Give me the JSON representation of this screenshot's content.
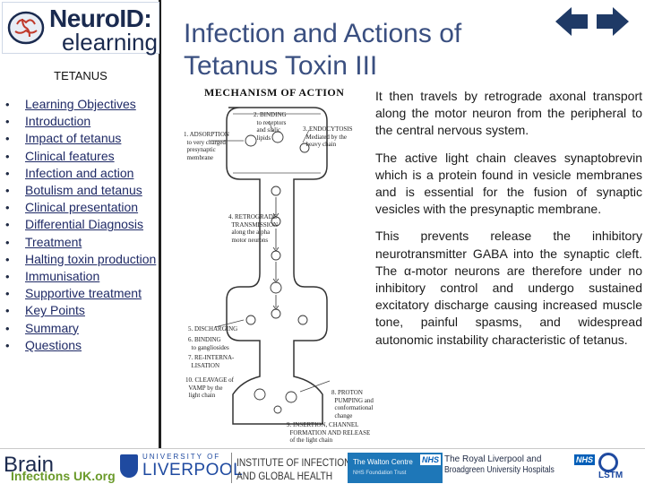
{
  "brand": {
    "line1": "NeuroID:",
    "line2": "elearning"
  },
  "sidebar": {
    "title": "TETANUS",
    "items": [
      {
        "label": "Learning Objectives"
      },
      {
        "label": "Introduction"
      },
      {
        "label": "Impact of tetanus"
      },
      {
        "label": "Clinical features"
      },
      {
        "label": "Infection and action"
      },
      {
        "label": "Botulism and tetanus"
      },
      {
        "label": "Clinical presentation"
      },
      {
        "label": "Differential Diagnosis"
      },
      {
        "label": "Treatment"
      },
      {
        "label": "Halting toxin production"
      },
      {
        "label": "Immunisation"
      },
      {
        "label": "Supportive treatment"
      },
      {
        "label": "Key Points"
      },
      {
        "label": "Summary"
      },
      {
        "label": "Questions"
      }
    ]
  },
  "header": {
    "title": "Infection and Actions of Tetanus Toxin III"
  },
  "nav": {
    "back_icon": "arrow-left-icon",
    "forward_icon": "arrow-right-icon",
    "color": "#1f3a66"
  },
  "diagram": {
    "title": "MECHANISM OF ACTION",
    "labels": {
      "l1": "1. ADSORPTION\n  to very charged\n  presynaptic\n  membrane",
      "l2": "2. BINDING\n  to receptors\n  and sialic\n  lipids",
      "l3": "3. ENDOCYTOSIS\n  Mediated by the\n  heavy chain",
      "l4": "4. RETROGRADE\n  TRANSMISSION\n  along the alpha\n  motor neurons",
      "l5": "5. DISCHARGING",
      "l6": "6. BINDING\n  to gangliosides",
      "l7": "7. RE-INTERNA-\n  LISATION",
      "l8": "8. PROTON\n  PUMPING and\n  conformational\n  change",
      "l9": "9. INSERTION, CHANNEL\n  FORMATION AND RELEASE\n  of the light chain",
      "l10": "10. CLEAVAGE of\n  VAMP by the\n  light chain"
    }
  },
  "body": {
    "p1": "It then travels by retrograde axonal transport along the motor neuron from the peripheral to the central nervous system.",
    "p2": "The active light chain cleaves synaptobrevin which is a protein found in vesicle membranes and is essential for the fusion of synaptic vesicles with the presynaptic membrane.",
    "p3": "This prevents release the inhibitory neurotransmitter GABA into the synaptic cleft. The α-motor neurons are therefore under no inhibitory control and undergo sustained excitatory discharge causing increased muscle tone, painful spasms, and widespread autonomic instability characteristic of tetanus."
  },
  "footer": {
    "brain_1": "Brain",
    "brain_2": "Infections UK.org",
    "liv_1": "UNIVERSITY OF",
    "liv_2": "LIVERPOOL",
    "ighi_1": "INSTITUTE OF INFECTION",
    "ighi_2": "AND GLOBAL HEALTH",
    "walton_1": "The Walton Centre",
    "walton_2": "NHS Foundation Trust",
    "rlbuh_1": "The Royal Liverpool and",
    "rlbuh_2": "Broadgreen University Hospitals",
    "nhs": "NHS",
    "lstm": "LSTM"
  }
}
